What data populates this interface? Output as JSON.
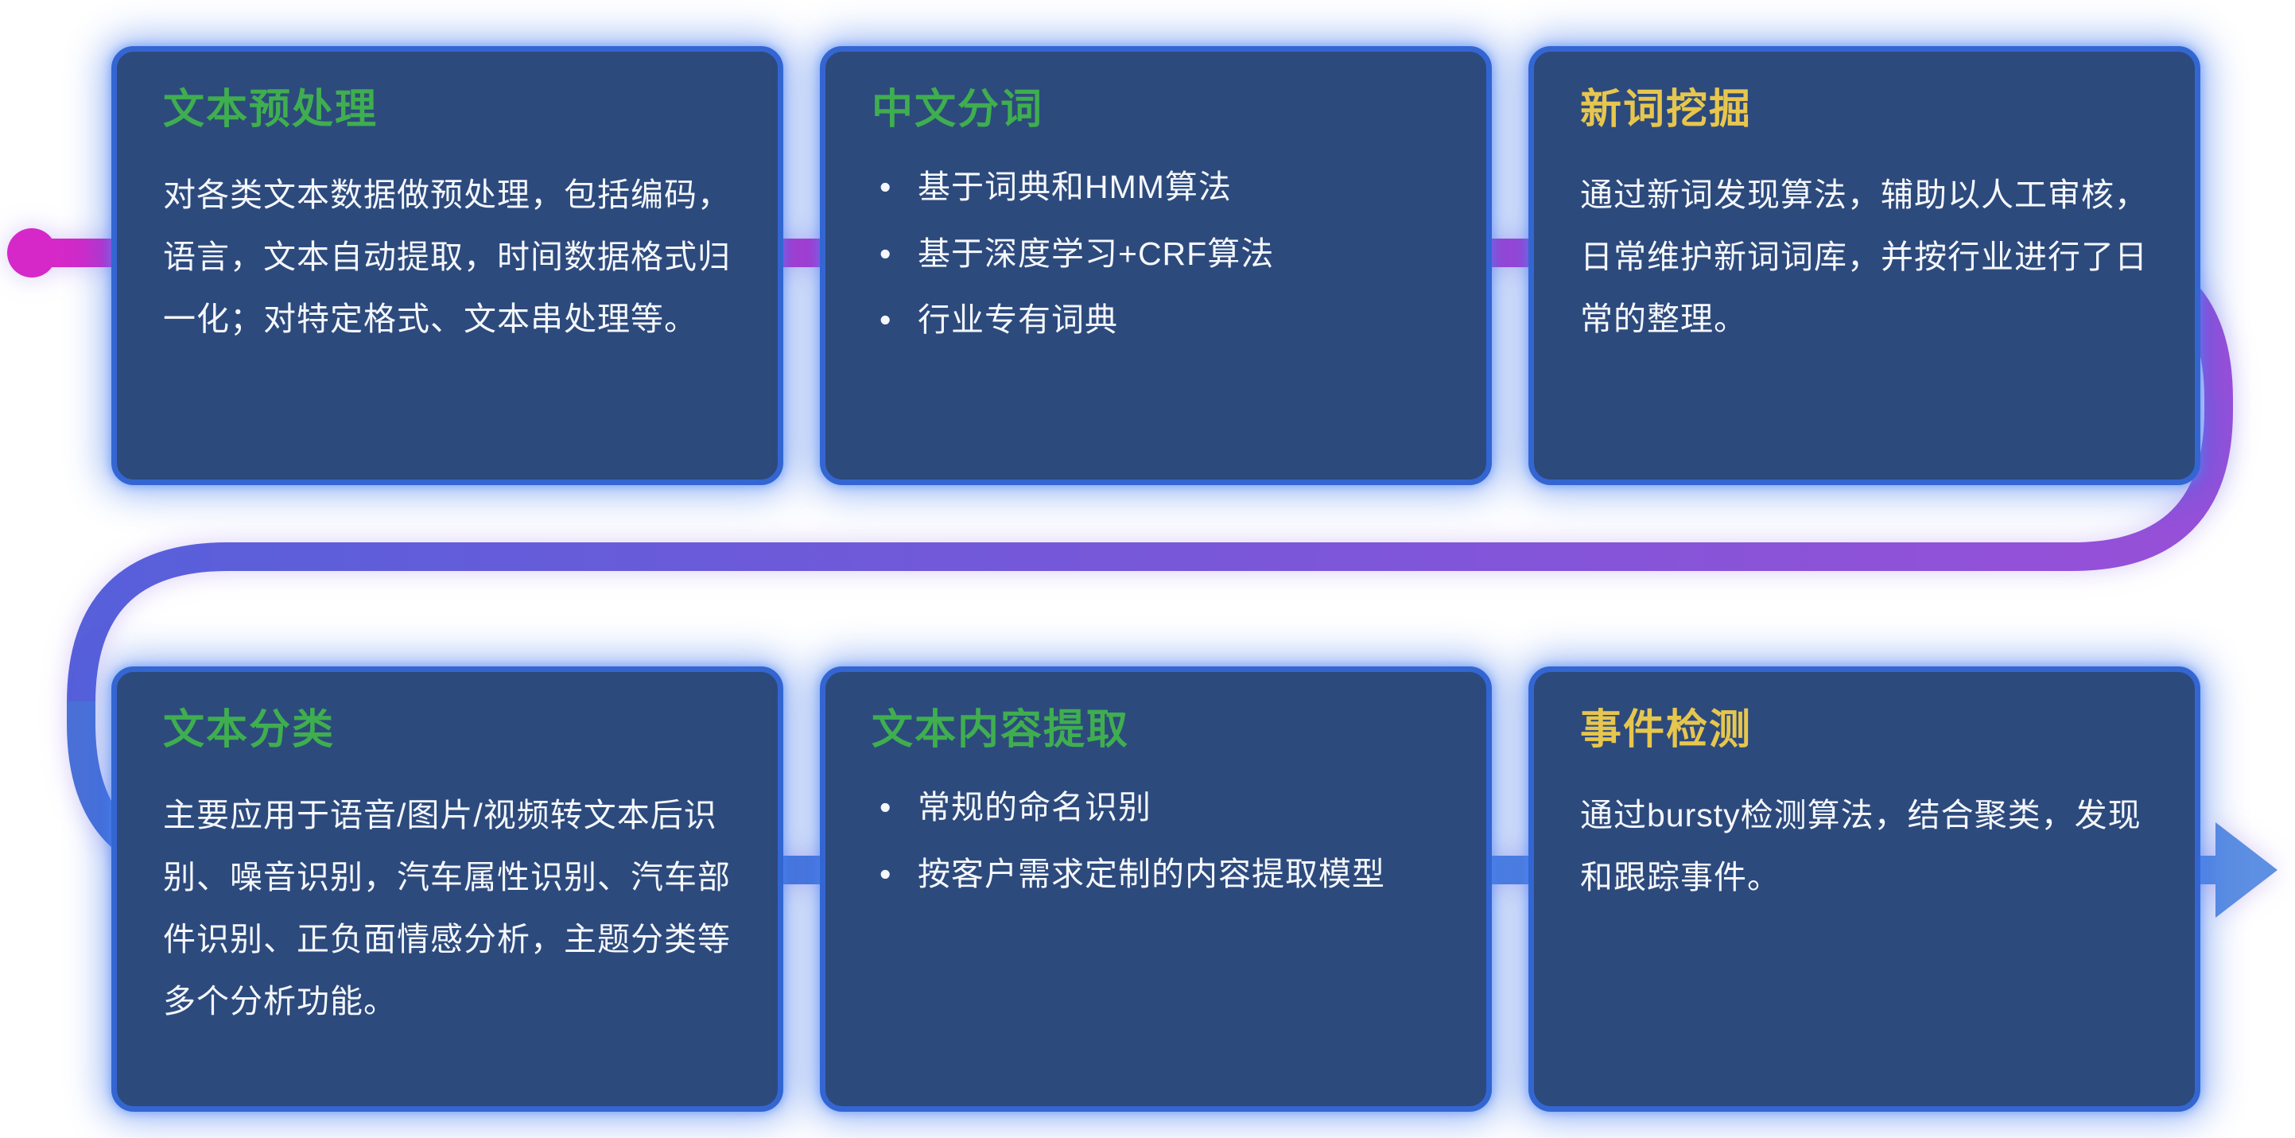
{
  "cards": [
    {
      "title": "文本预处理",
      "body": "对各类文本数据做预处理，包括编码，语言，文本自动提取，时间数据格式归一化；对特定格式、文本串处理等。"
    },
    {
      "title": "中文分词",
      "bullets": [
        "基于词典和HMM算法",
        "基于深度学习+CRF算法",
        "行业专有词典"
      ]
    },
    {
      "title": "新词挖掘",
      "body": "通过新词发现算法，辅助以人工审核，日常维护新词词库，并按行业进行了日常的整理。"
    },
    {
      "title": "文本分类",
      "body": "主要应用于语音/图片/视频转文本后识别、噪音识别，汽车属性识别、汽车部件识别、正负面情感分析，主题分类等多个分析功能。"
    },
    {
      "title": "文本内容提取",
      "bullets": [
        "常规的命名识别",
        "按客户需求定制的内容提取模型"
      ]
    },
    {
      "title": "事件检测",
      "body": "通过bursty检测算法，结合聚类，发现和跟踪事件。"
    }
  ],
  "colors": {
    "title_green": "#3fae4f",
    "title_yellow": "#e7c64d",
    "card_bg": "#2d4a7d",
    "card_border": "#3466d2",
    "body_text": "#f4f7fb",
    "pipe_magenta": "#d628c8",
    "pipe_magenta2": "#c136cb",
    "pipe_purple": "#9a4fd8",
    "pipe_blue_violet": "#5560da",
    "pipe_blue": "#4a70d6",
    "pipe_blue_light": "#5d8fe2"
  }
}
